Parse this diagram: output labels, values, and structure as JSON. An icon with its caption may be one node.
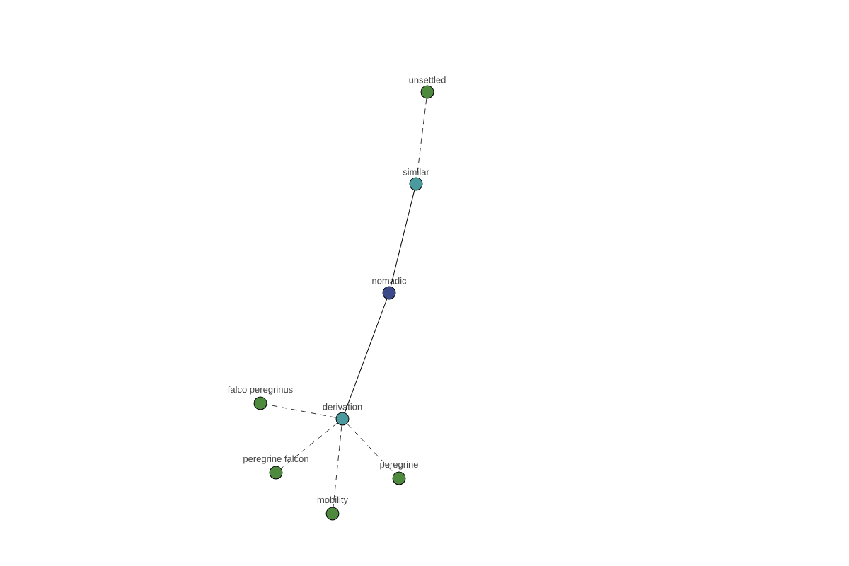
{
  "diagram": {
    "nodes": [
      {
        "text": [
          "unsettled"
        ]
      },
      {
        "text": [
          "similar"
        ]
      },
      {
        "text": [
          "nomadic"
        ]
      },
      {
        "text": [
          "derivation"
        ]
      },
      {
        "text": [
          "falco peregrinus"
        ]
      },
      {
        "text": [
          "peregrine falcon"
        ]
      },
      {
        "text": [
          "peregrine"
        ]
      },
      {
        "text": [
          "mobility"
        ]
      }
    ],
    "edges": [
      {
        "from": 0,
        "to": 1,
        "arrow": "none",
        "style": "dashed"
      },
      {
        "from": 1,
        "to": 2,
        "arrow": "none"
      },
      {
        "from": 2,
        "to": 3,
        "arrow": "none"
      },
      {
        "from": 3,
        "to": 4,
        "arrow": "none",
        "style": "dashed"
      },
      {
        "from": 3,
        "to": 5,
        "arrow": "none",
        "style": "dashed"
      },
      {
        "from": 3,
        "to": 6,
        "arrow": "none",
        "style": "dashed"
      },
      {
        "from": 3,
        "to": 7,
        "arrow": "none",
        "style": "dashed"
      }
    ]
  }
}
